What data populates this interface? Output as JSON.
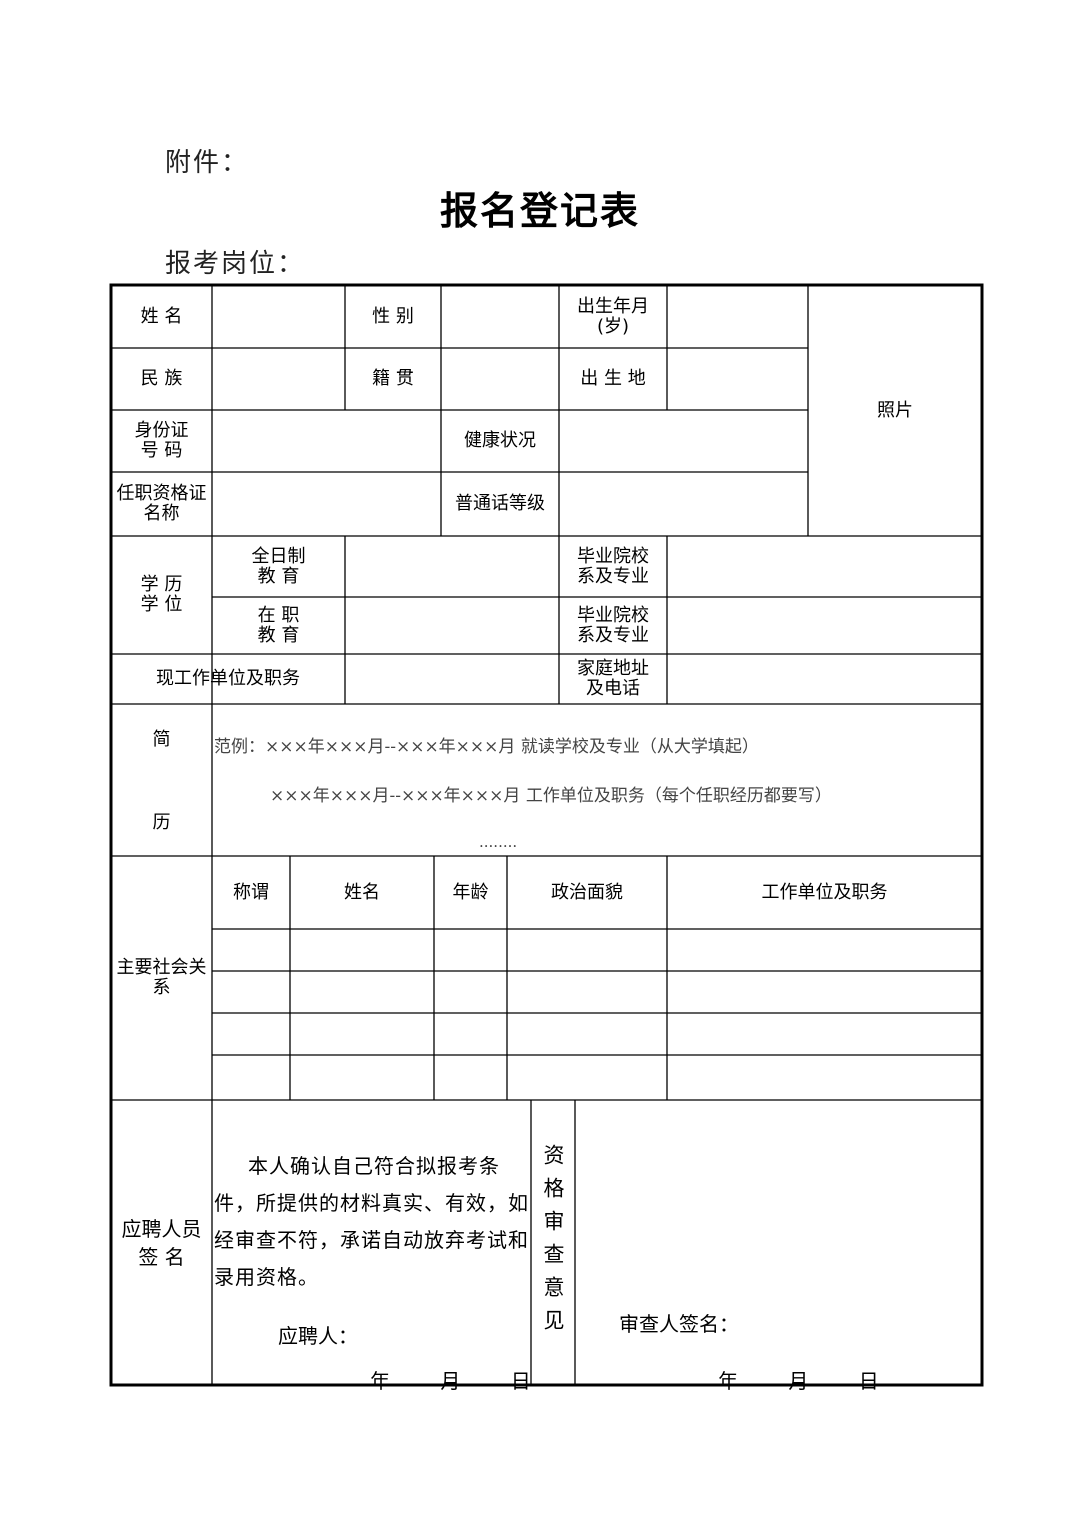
{
  "header": {
    "attachment": "附件：",
    "title": "报名登记表",
    "post": "报考岗位："
  },
  "form": {
    "name": "姓  名",
    "gender": "性  别",
    "birth": "出生年月\n(岁)",
    "photo": "照片",
    "ethnicity": "民  族",
    "native_place": "籍  贯",
    "birthplace": "出 生 地",
    "id_number": "身份证\n号  码",
    "health": "健康状况",
    "qualification": "任职资格证\n名称",
    "mandarin": "普通话等级",
    "education_degree": "学 历\n学 位",
    "fulltime": "全日制\n教  育",
    "parttime": "在  职\n教  育",
    "school_major_1": "毕业院校\n系及专业",
    "school_major_2": "毕业院校\n系及专业",
    "current_work": "现工作单位及职务",
    "home_address": "家庭地址\n及电话",
    "resume_1": "简",
    "resume_2": "历",
    "resume_example_1": "范例：×××年×××月--×××年×××月    就读学校及专业（从大学填起）",
    "resume_example_2": "×××年×××月--×××年×××月    工作单位及职务（每个任职经历都要写）",
    "resume_dots": "........",
    "social_relations": "主要社会关\n系",
    "col_relation": "称谓",
    "col_name": "姓名",
    "col_age": "年龄",
    "col_political": "政治面貌",
    "col_work": "工作单位及职务",
    "applicant_sign": "应聘人员\n签  名",
    "pledge": "本人确认自己符合拟报考条件，所提供的材料真实、有效，如经审查不符，承诺自动放弃考试和录用资格。",
    "applicant": "应聘人：",
    "date": "年 月 日",
    "review_opinion": "资格审查意见",
    "reviewer": "审查人签名：",
    "date_2": "年 月 日"
  }
}
